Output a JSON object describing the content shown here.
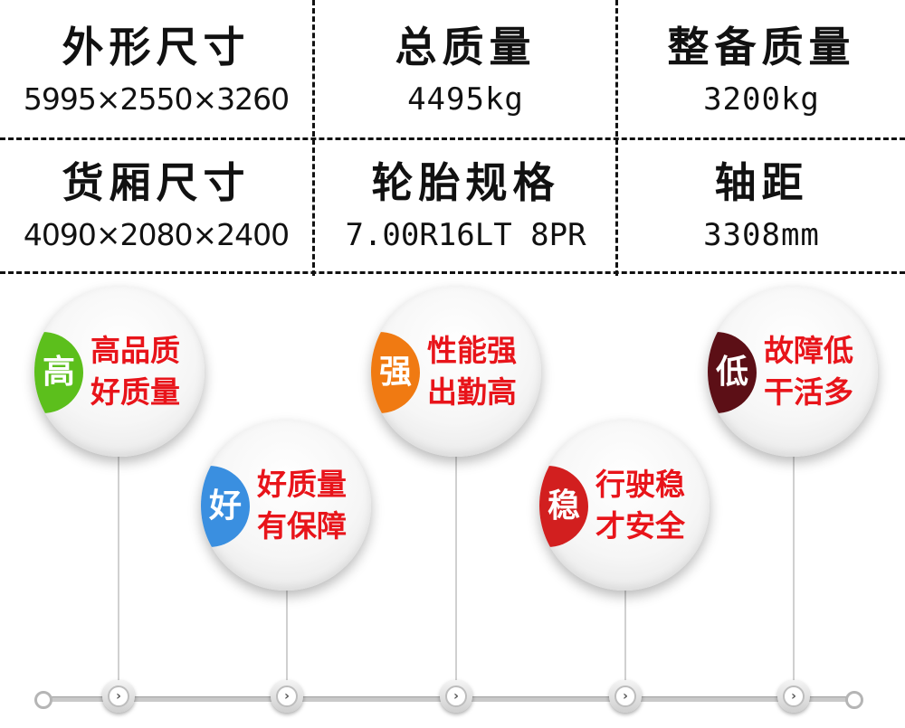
{
  "specs": [
    {
      "label": "外形尺寸",
      "value": "5995×2550×3260"
    },
    {
      "label": "总质量",
      "value": "4495kg"
    },
    {
      "label": "整备质量",
      "value": "3200kg"
    },
    {
      "label": "货厢尺寸",
      "value": "4090×2080×2400"
    },
    {
      "label": "轮胎规格",
      "value": "7.00R16LT 8PR"
    },
    {
      "label": "轴距",
      "value": "3308mm"
    }
  ],
  "features": [
    {
      "badge": "高",
      "color": "#5cbf1c",
      "line1": "高品质",
      "line2": "好质量"
    },
    {
      "badge": "好",
      "color": "#3a8fe0",
      "line1": "好质量",
      "line2": "有保障"
    },
    {
      "badge": "强",
      "color": "#f07a12",
      "line1": "性能强",
      "line2": "出勤高"
    },
    {
      "badge": "稳",
      "color": "#d21f1f",
      "line1": "行驶稳",
      "line2": "才安全"
    },
    {
      "badge": "低",
      "color": "#5c0f16",
      "line1": "故障低",
      "line2": "干活多"
    }
  ],
  "timeline": {
    "node_glyph": "›"
  },
  "colors": {
    "feature_text": "#e8141a",
    "grid_line": "#111111"
  }
}
